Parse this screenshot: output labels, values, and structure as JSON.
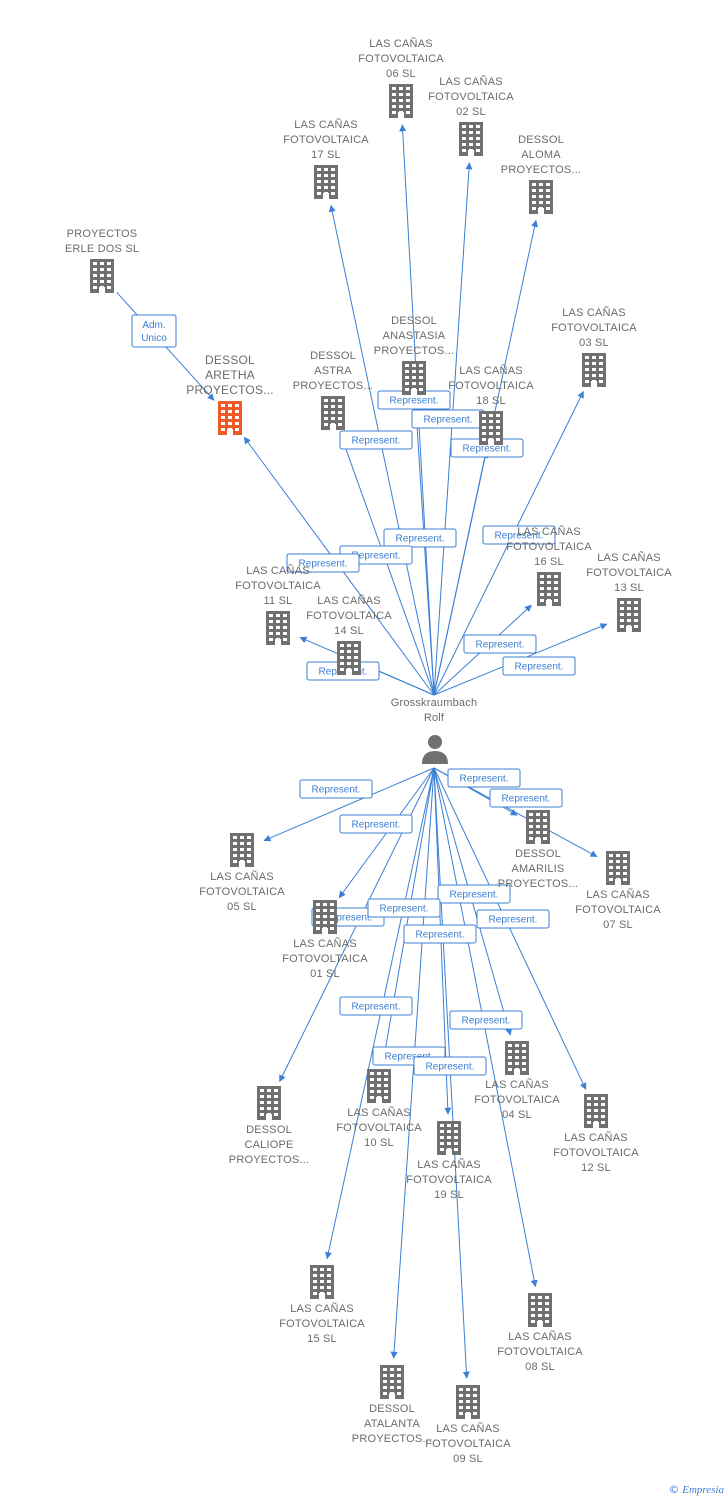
{
  "colors": {
    "edge": "#3b7fd6",
    "building": "#707070",
    "highlight": "#f05a28",
    "person": "#707070",
    "label": "#6b6b6b"
  },
  "center": {
    "lines": [
      "Grosskraumbach",
      "Rolf"
    ],
    "icon": "person-icon"
  },
  "nodes": [
    {
      "id": "n06",
      "lines": [
        "LAS CAÑAS",
        "FOTOVOLTAICA",
        "06 SL"
      ],
      "icon": "building-icon"
    },
    {
      "id": "n02",
      "lines": [
        "LAS CAÑAS",
        "FOTOVOLTAICA",
        "02 SL"
      ],
      "icon": "building-icon"
    },
    {
      "id": "n17",
      "lines": [
        "LAS CAÑAS",
        "FOTOVOLTAICA",
        "17 SL"
      ],
      "icon": "building-icon"
    },
    {
      "id": "naloma",
      "lines": [
        "DESSOL",
        "ALOMA",
        "PROYECTOS..."
      ],
      "icon": "building-icon"
    },
    {
      "id": "nerle",
      "lines": [
        "PROYECTOS",
        "ERLE DOS  SL"
      ],
      "icon": "building-icon"
    },
    {
      "id": "naretha",
      "lines": [
        "DESSOL",
        "ARETHA",
        "PROYECTOS..."
      ],
      "icon": "building-icon",
      "highlight": true
    },
    {
      "id": "n03",
      "lines": [
        "LAS CAÑAS",
        "FOTOVOLTAICA",
        "03 SL"
      ],
      "icon": "building-icon"
    },
    {
      "id": "nanastasia",
      "lines": [
        "DESSOL",
        "ANASTASIA",
        "PROYECTOS..."
      ],
      "icon": "building-icon"
    },
    {
      "id": "nastra",
      "lines": [
        "DESSOL",
        "ASTRA",
        "PROYECTOS..."
      ],
      "icon": "building-icon"
    },
    {
      "id": "n18",
      "lines": [
        "LAS CAÑAS",
        "FOTOVOLTAICA",
        "18 SL"
      ],
      "icon": "building-icon"
    },
    {
      "id": "n16",
      "lines": [
        "LAS CAÑAS",
        "FOTOVOLTAICA",
        "16 SL"
      ],
      "icon": "building-icon"
    },
    {
      "id": "n13",
      "lines": [
        "LAS CAÑAS",
        "FOTOVOLTAICA",
        "13 SL"
      ],
      "icon": "building-icon"
    },
    {
      "id": "n11",
      "lines": [
        "LAS CAÑAS",
        "FOTOVOLTAICA",
        "11 SL"
      ],
      "icon": "building-icon"
    },
    {
      "id": "n14",
      "lines": [
        "LAS CAÑAS",
        "FOTOVOLTAICA",
        "14 SL"
      ],
      "icon": "building-icon"
    },
    {
      "id": "n05",
      "lines": [
        "LAS CAÑAS",
        "FOTOVOLTAICA",
        "05 SL"
      ],
      "icon": "building-icon"
    },
    {
      "id": "namarilis",
      "lines": [
        "DESSOL",
        "AMARILIS",
        "PROYECTOS..."
      ],
      "icon": "building-icon"
    },
    {
      "id": "n07",
      "lines": [
        "LAS CAÑAS",
        "FOTOVOLTAICA",
        "07 SL"
      ],
      "icon": "building-icon"
    },
    {
      "id": "n01",
      "lines": [
        "LAS CAÑAS",
        "FOTOVOLTAICA",
        "01 SL"
      ],
      "icon": "building-icon"
    },
    {
      "id": "ncaliope",
      "lines": [
        "DESSOL",
        "CALIOPE",
        "PROYECTOS..."
      ],
      "icon": "building-icon"
    },
    {
      "id": "n10",
      "lines": [
        "LAS CAÑAS",
        "FOTOVOLTAICA",
        "10 SL"
      ],
      "icon": "building-icon"
    },
    {
      "id": "n04",
      "lines": [
        "LAS CAÑAS",
        "FOTOVOLTAICA",
        "04 SL"
      ],
      "icon": "building-icon"
    },
    {
      "id": "n12",
      "lines": [
        "LAS CAÑAS",
        "FOTOVOLTAICA",
        "12 SL"
      ],
      "icon": "building-icon"
    },
    {
      "id": "n19",
      "lines": [
        "LAS CAÑAS",
        "FOTOVOLTAICA",
        "19 SL"
      ],
      "icon": "building-icon"
    },
    {
      "id": "n15",
      "lines": [
        "LAS CAÑAS",
        "FOTOVOLTAICA",
        "15 SL"
      ],
      "icon": "building-icon"
    },
    {
      "id": "n08",
      "lines": [
        "LAS CAÑAS",
        "FOTOVOLTAICA",
        "08 SL"
      ],
      "icon": "building-icon"
    },
    {
      "id": "natalanta",
      "lines": [
        "DESSOL",
        "ATALANTA",
        "PROYECTOS..."
      ],
      "icon": "building-icon"
    },
    {
      "id": "n09",
      "lines": [
        "LAS CAÑAS",
        "FOTOVOLTAICA",
        "09 SL"
      ],
      "icon": "building-icon"
    }
  ],
  "edges": [
    {
      "from": "center",
      "to": "n06",
      "label": "Represent."
    },
    {
      "from": "center",
      "to": "n02",
      "label": "Represent."
    },
    {
      "from": "center",
      "to": "n17",
      "label": "Represent."
    },
    {
      "from": "center",
      "to": "naloma",
      "label": "Represent."
    },
    {
      "from": "center",
      "to": "naretha",
      "label": "Represent."
    },
    {
      "from": "center",
      "to": "n03",
      "label": "Represent."
    },
    {
      "from": "center",
      "to": "nanastasia",
      "label": "Represent."
    },
    {
      "from": "center",
      "to": "nastra",
      "label": "Represent."
    },
    {
      "from": "center",
      "to": "n18",
      "label": "Represent."
    },
    {
      "from": "center",
      "to": "n16",
      "label": "Represent."
    },
    {
      "from": "center",
      "to": "n13",
      "label": "Represent."
    },
    {
      "from": "center",
      "to": "n11",
      "label": "Represent."
    },
    {
      "from": "center",
      "to": "n14",
      "label": "Represent."
    },
    {
      "from": "center",
      "to": "n05",
      "label": "Represent."
    },
    {
      "from": "center",
      "to": "namarilis",
      "label": "Represent."
    },
    {
      "from": "center",
      "to": "n07",
      "label": "Represent."
    },
    {
      "from": "center",
      "to": "n01",
      "label": "Represent."
    },
    {
      "from": "center",
      "to": "ncaliope",
      "label": "Represent."
    },
    {
      "from": "center",
      "to": "n10",
      "label": "Represent."
    },
    {
      "from": "center",
      "to": "n04",
      "label": "Represent."
    },
    {
      "from": "center",
      "to": "n12",
      "label": "Represent."
    },
    {
      "from": "center",
      "to": "n19",
      "label": "Represent."
    },
    {
      "from": "center",
      "to": "n15",
      "label": "Represent."
    },
    {
      "from": "center",
      "to": "n08",
      "label": "Represent."
    },
    {
      "from": "center",
      "to": "natalanta",
      "label": "Represent."
    },
    {
      "from": "center",
      "to": "n09",
      "label": "Represent."
    },
    {
      "from": "nerle",
      "to": "naretha",
      "label": "Adm. Unico"
    }
  ],
  "credit": {
    "copyright": "©",
    "brand": "Empresia"
  }
}
